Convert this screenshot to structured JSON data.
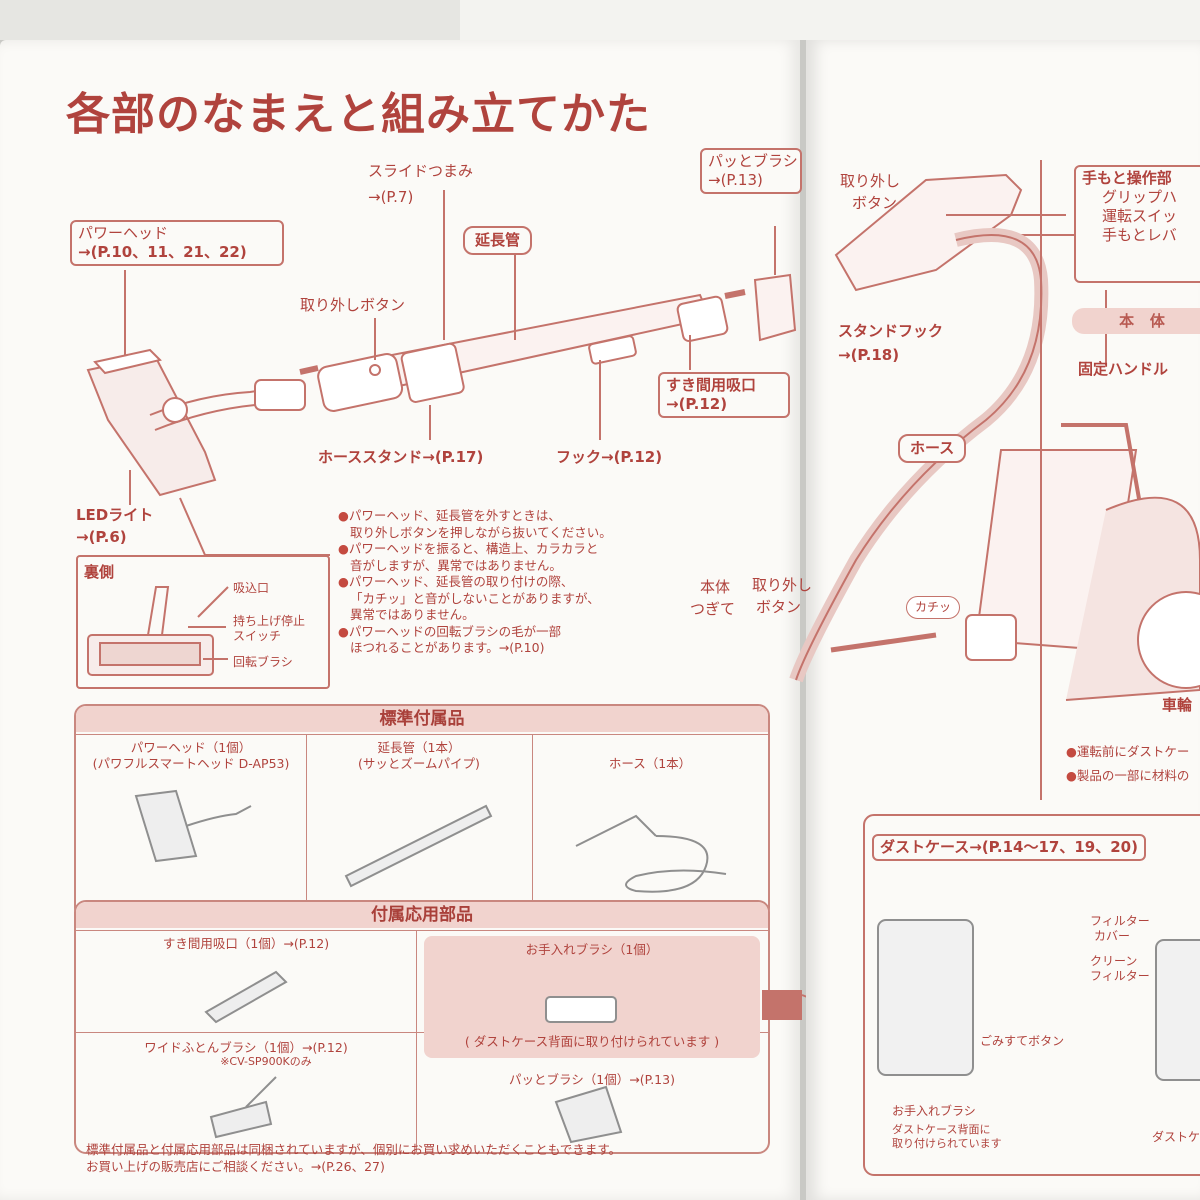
{
  "title": "各部のなまえと組み立てかた",
  "left": {
    "labels": {
      "slide_knob": "スライドつまみ",
      "slide_knob_ref": "→(P.7)",
      "ext_pipe": "延長管",
      "pad_brush": "パッとブラシ",
      "pad_brush_ref": "→(P.13)",
      "power_head": "パワーヘッド",
      "power_head_ref": "→(P.10、11、21、22)",
      "release_button": "取り外しボタン",
      "gap_nozzle": "すき間用吸口",
      "gap_nozzle_ref": "→(P.12)",
      "hose_stand": "ホーススタンド→(P.17)",
      "hook": "フック→(P.12)",
      "led_light": "LEDライト",
      "led_light_ref": "→(P.6)",
      "underside": "裏側",
      "suction": "吸込口",
      "lift_stop": "持ち上げ停止",
      "lift_stop2": "スイッチ",
      "rotary_brush": "回転ブラシ"
    },
    "notes": [
      "パワーヘッド、延長管を外すときは、",
      "取り外しボタンを押しながら抜いてください。",
      "パワーヘッドを振ると、構造上、カラカラと",
      "音がしますが、異常ではありません。",
      "パワーヘッド、延長管の取り付けの際、",
      "「カチッ」と音がしないことがありますが、",
      "異常ではありません。",
      "パワーヘッドの回転ブラシの毛が一部",
      "ほつれることがあります。→(P.10)"
    ],
    "standard": {
      "header": "標準付属品",
      "items": [
        {
          "name": "パワーヘッド（1個）",
          "sub": "(パワフルスマートヘッド D-AP53)"
        },
        {
          "name": "延長管（1本）",
          "sub": "(サッとズームパイプ)"
        },
        {
          "name": "ホース（1本）",
          "sub": ""
        }
      ]
    },
    "optional": {
      "header": "付属応用部品",
      "gap": "すき間用吸口（1個）→(P.12)",
      "brush": "お手入れブラシ（1個）",
      "brush_note": "( ダストケース背面に取り付けられています )",
      "futon": "ワイドふとんブラシ（1個）→(P.12)",
      "futon_note": "※CV-SP900Kのみ",
      "pad": "パッとブラシ（1個）→(P.13)"
    },
    "footer": [
      "標準付属品と付属応用部品は同梱されていますが、個別にお買い求めいただくこともできます。",
      "お買い上げの販売店にご相談ください。→(P.26、27)"
    ]
  },
  "right": {
    "release_button": "取り外し",
    "release_button2": "ボタン",
    "hand_ops": "手もと操作部",
    "grip": "グリップハ",
    "run_switch": "運転スイッ",
    "hand_lever": "手もとレバ",
    "stand_hook": "スタンドフック",
    "stand_hook_ref": "→(P.18)",
    "body_tab": "本",
    "body_tab2": "体",
    "fixed_handle": "固定ハンドル",
    "hose": "ホース",
    "joint": "本体",
    "joint2": "つぎて",
    "release2": "取り外し",
    "release2b": "ボタン",
    "click": "カチッ",
    "wheel": "車輪",
    "note1": "運転前にダストケー",
    "note2": "製品の一部に材料の",
    "dust_case": "ダストケース→(P.14～17、19、20)",
    "filter_cover": "フィルター",
    "filter_cover2": "カバー",
    "clean_filter": "クリーン",
    "clean_filter2": "フィルター",
    "dust_button": "ごみすてボタン",
    "care_brush": "お手入れブラシ",
    "care_brush_note1": "ダストケース背面に",
    "care_brush_note2": "取り付けられています",
    "dust_case2": "ダストケ"
  },
  "colors": {
    "accent": "#b0433d",
    "line": "#c9877f",
    "band": "#f1d3ce"
  }
}
